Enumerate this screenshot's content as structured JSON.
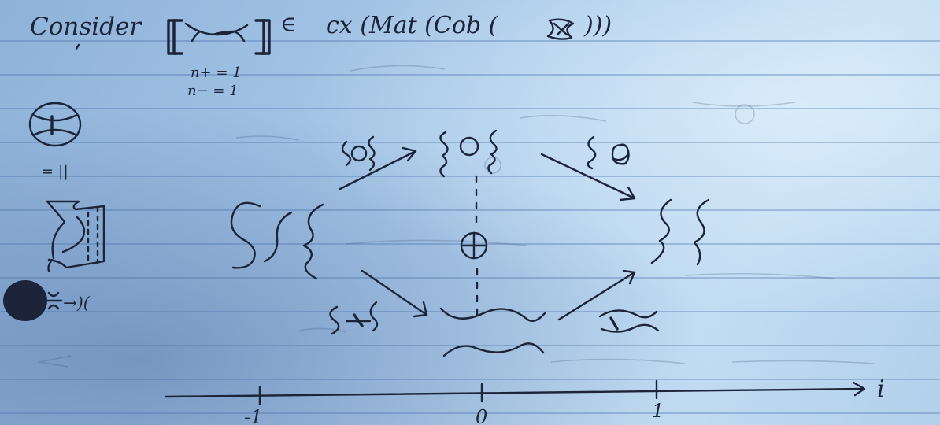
{
  "header": {
    "consider_word": "Consider",
    "element_of": "∈",
    "complex_expression": "cx (Mat (Cob (",
    "closing_parens": ")))"
  },
  "crossing_counts": {
    "n_plus": "n+ = 1",
    "n_minus": "n− = 1"
  },
  "left_notes": {
    "equals_mark": "= ||",
    "saddle_rule": "→)("
  },
  "center": {
    "direct_sum": "⊕"
  },
  "axis": {
    "label": "i",
    "ticks": [
      "-1",
      "0",
      "1"
    ]
  }
}
